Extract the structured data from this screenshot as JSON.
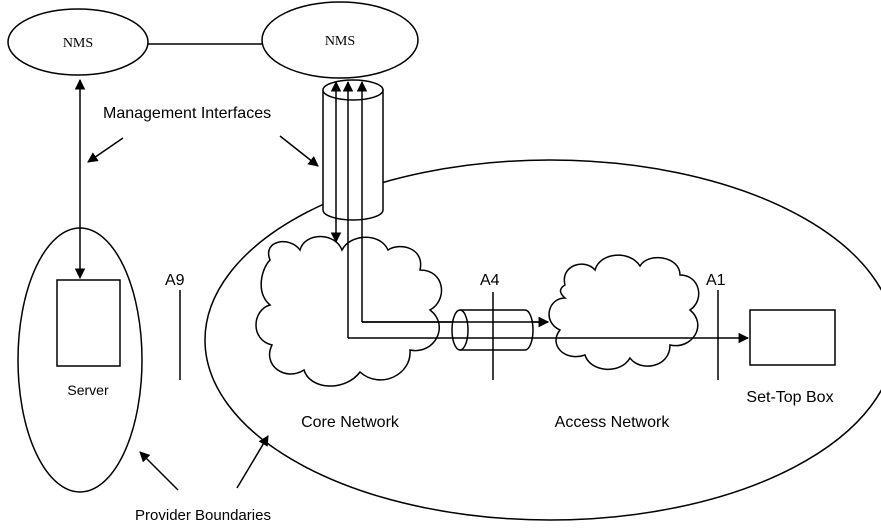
{
  "nodes": {
    "nms_left": "NMS",
    "nms_right": "NMS",
    "server": "Server",
    "set_top_box": "Set-Top Box",
    "core_network": "Core Network",
    "access_network": "Access Network"
  },
  "interfaces": {
    "a9": "A9",
    "a4": "A4",
    "a1": "A1"
  },
  "annotations": {
    "management_interfaces": "Management Interfaces",
    "provider_boundaries": "Provider Boundaries"
  }
}
